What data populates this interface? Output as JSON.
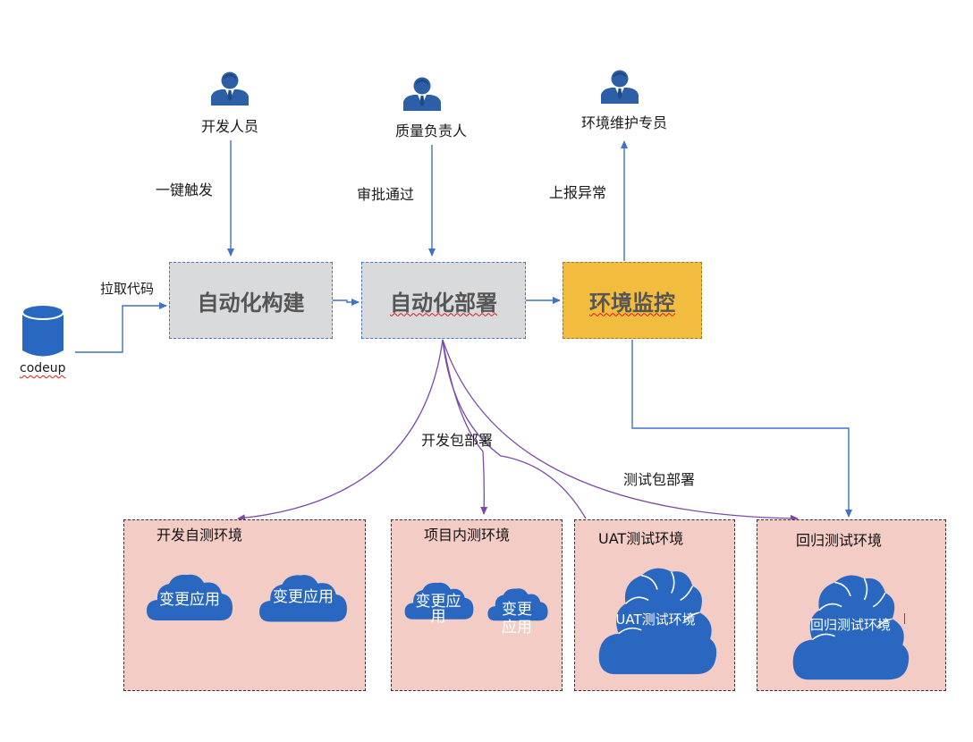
{
  "people": [
    {
      "label": "开发人员"
    },
    {
      "label": "质量负责人"
    },
    {
      "label": "环境维护专员"
    }
  ],
  "edge_labels": {
    "one_click": "一键触发",
    "approved": "审批通过",
    "report": "上报异常",
    "pull_code": "拉取代码",
    "dev_deploy": "开发包部署",
    "test_deploy": "测试包部署"
  },
  "stages": {
    "build": "自动化构建",
    "deploy": "自动化部署",
    "monitor": "环境监控"
  },
  "repo": {
    "label": "codeup"
  },
  "environments": [
    {
      "title": "开发自测环境",
      "clouds": [
        "变更应用",
        "变更应用"
      ]
    },
    {
      "title": "项目内测环境",
      "clouds": [
        "变更应\n用",
        "变更\n应用"
      ]
    },
    {
      "title": "UAT测试环境",
      "clouds": [
        "UAT测试环境"
      ]
    },
    {
      "title": "回归测试环境",
      "clouds": [
        "回归测试环境"
      ]
    }
  ],
  "colors": {
    "person": "#2d5fa6",
    "cloud": "#2a67c0",
    "arrow_blue": "#3f73c4",
    "arrow_purple": "#7b4aa8",
    "env_fill": "#f4ccc6",
    "stage_fill": "#d9dadc",
    "monitor_fill": "#f2bc3f"
  }
}
